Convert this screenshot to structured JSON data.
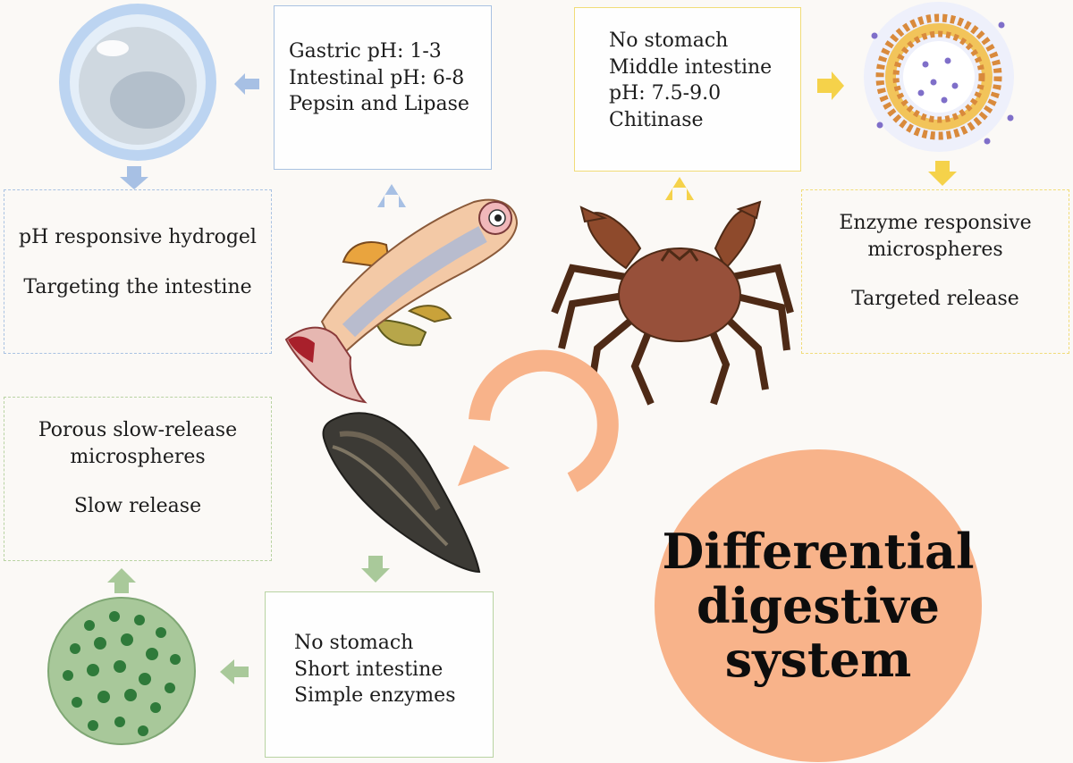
{
  "fish": {
    "info": [
      "Gastric pH: 1-3",
      "Intestinal pH: 6-8",
      "Pepsin and Lipase"
    ],
    "strategy": [
      "pH responsive hydrogel",
      "Targeting the intestine"
    ]
  },
  "crab": {
    "info": [
      "No stomach",
      "Middle intestine",
      "pH: 7.5-9.0",
      "Chitinase"
    ],
    "strategy": [
      "Enzyme responsive",
      "microspheres",
      "Targeted release"
    ]
  },
  "mussel": {
    "info": [
      "No stomach",
      "Short intestine",
      "Simple enzymes"
    ],
    "strategy": [
      "Porous slow-release",
      "microspheres",
      "Slow release"
    ]
  },
  "title": [
    "Differential",
    "digestive",
    "system"
  ],
  "colors": {
    "blue": "#a9c2e2",
    "yellow": "#f1dc78",
    "green": "#b8d3a2",
    "orange": "#f8b38a"
  }
}
